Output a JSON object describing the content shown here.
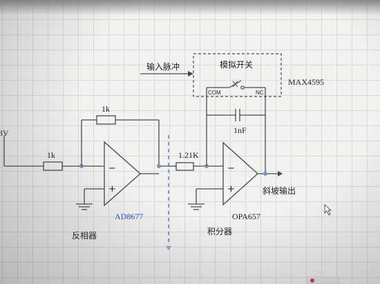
{
  "labels": {
    "input_voltage": "3V",
    "r_in": "1k",
    "r_fb": "1k",
    "minus": "−",
    "plus": "+",
    "chip1": "AD8677",
    "stage1": "反相器",
    "r_int": "1.21K",
    "cap": "1nF",
    "chip2": "OPA657",
    "stage2": "积分器",
    "output": "斜坡输出",
    "switch": "模拟开关",
    "chip3": "MAX4595",
    "com": "COM",
    "nc": "NC",
    "pulse": "输入脉冲"
  },
  "colors": {
    "background": "#f2f3f1",
    "grid": "#d6dadc",
    "wire": "#45484b",
    "node": "#7a8fc4",
    "chip_label_accent": "#2a55b8"
  }
}
